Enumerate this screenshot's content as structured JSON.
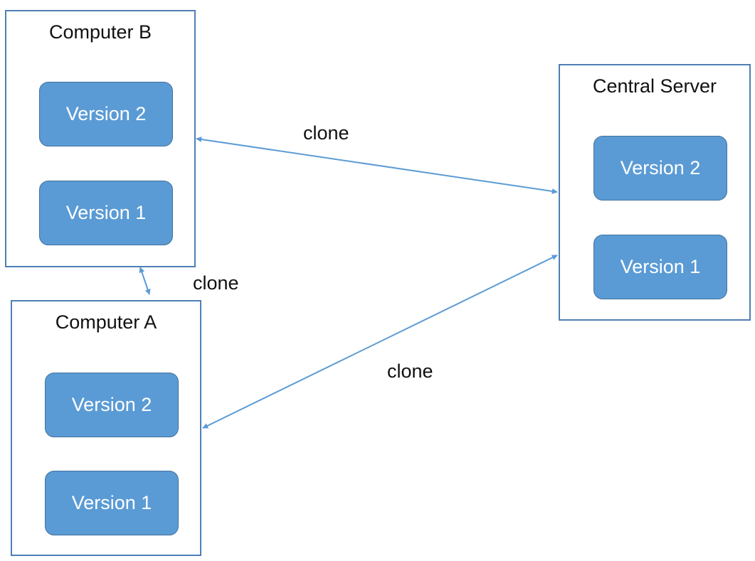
{
  "colors": {
    "box_border": "#4d7fb5",
    "version_fill": "#5b9bd5",
    "version_border": "#41719c",
    "arrow": "#5b9bd5"
  },
  "nodes": {
    "computer_b": {
      "title": "Computer B",
      "versions": [
        "Version 2",
        "Version 1"
      ]
    },
    "computer_a": {
      "title": "Computer A",
      "versions": [
        "Version 2",
        "Version 1"
      ]
    },
    "central_server": {
      "title": "Central Server",
      "versions": [
        "Version 2",
        "Version 1"
      ]
    }
  },
  "edges": [
    {
      "from": "computer_b",
      "to": "central_server",
      "label": "clone",
      "bidirectional": true
    },
    {
      "from": "computer_b",
      "to": "computer_a",
      "label": "clone",
      "bidirectional": true
    },
    {
      "from": "computer_a",
      "to": "central_server",
      "label": "clone",
      "bidirectional": true
    }
  ]
}
